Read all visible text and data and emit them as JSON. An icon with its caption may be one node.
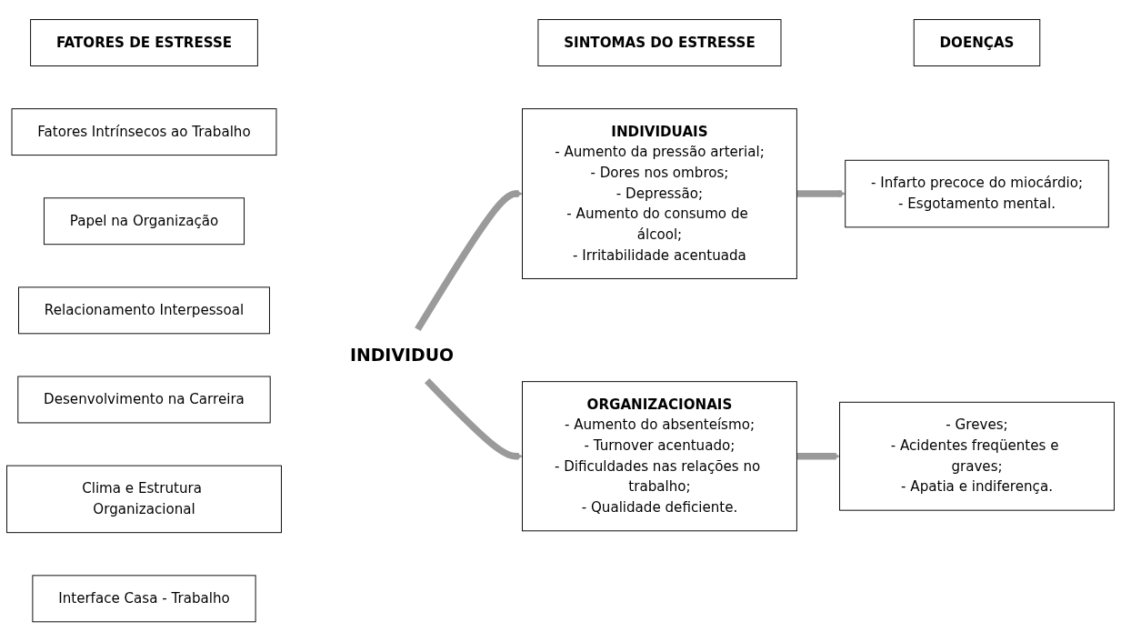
{
  "diagram": {
    "nodes": [
      {
        "text": [
          "FATORES DE ESTRESSE"
        ]
      },
      {
        "text": [
          "SINTOMAS DO ESTRESSE"
        ]
      },
      {
        "text": [
          "DOENÇAS"
        ]
      },
      {
        "text": [
          "Fatores Intrínsecos ao Trabalho"
        ]
      },
      {
        "text": [
          "Papel na Organização"
        ]
      },
      {
        "text": [
          "Relacionamento Interpessoal"
        ]
      },
      {
        "text": [
          "Desenvolvimento na Carreira"
        ]
      },
      {
        "text": [
          "Clima e Estrutura Organizacional"
        ]
      },
      {
        "text": [
          "Interface Casa - Trabalho"
        ]
      },
      {
        "text": [
          "INDIVIDUO"
        ]
      },
      {
        "text": [
          "INDIVIDUAIS",
          "- Aumento da pressão arterial;",
          "- Dores nos ombros;",
          "- Depressão;",
          "- Aumento do consumo de álcool;",
          "- Irritabilidade acentuada"
        ]
      },
      {
        "text": [
          "- Infarto precoce do miocárdio;",
          "- Esgotamento mental."
        ]
      },
      {
        "text": [
          "ORGANIZACIONAIS",
          "- Aumento do absenteísmo;",
          "- Turnover acentuado;",
          "- Dificuldades nas relações no trabalho;",
          "- Qualidade deficiente."
        ]
      },
      {
        "text": [
          "- Greves;",
          "- Acidentes freqüentes e graves;",
          "- Apatia e indiferença."
        ]
      }
    ],
    "edges": [
      {
        "from": 9,
        "to": 10,
        "arrow": "to"
      },
      {
        "from": 9,
        "to": 12,
        "arrow": "to"
      },
      {
        "from": 10,
        "to": 11,
        "arrow": "to"
      },
      {
        "from": 12,
        "to": 13,
        "arrow": "to"
      }
    ]
  }
}
